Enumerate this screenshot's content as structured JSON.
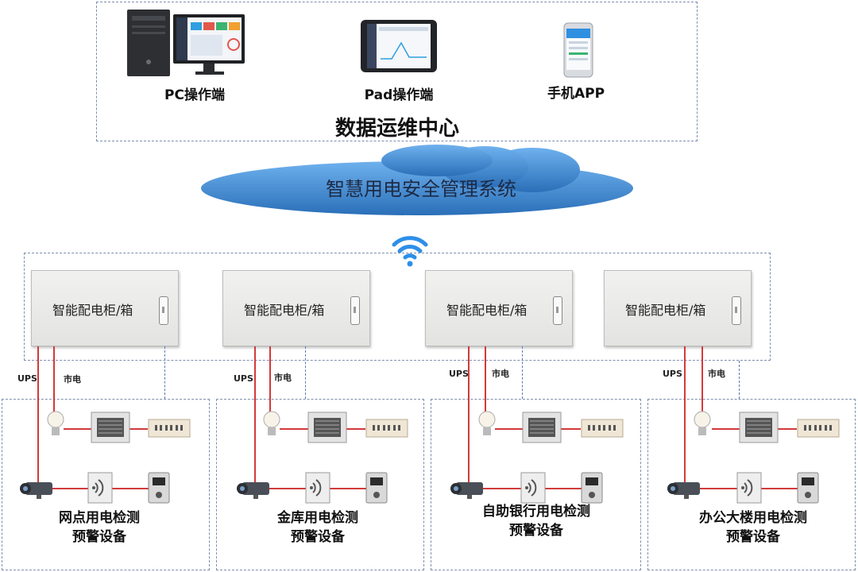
{
  "center": {
    "devices": [
      {
        "label": "PC操作端",
        "icon": "desktop-pc-icon"
      },
      {
        "label": "Pad操作端",
        "icon": "tablet-icon"
      },
      {
        "label": "手机APP",
        "icon": "smartphone-icon"
      }
    ],
    "title": "数据运维中心"
  },
  "cloud": {
    "label": "智慧用电安全管理系统",
    "icon": "wifi-icon"
  },
  "cabinets": [
    {
      "label": "智能配电柜/箱"
    },
    {
      "label": "智能配电柜/箱"
    },
    {
      "label": "智能配电柜/箱"
    },
    {
      "label": "智能配电柜/箱"
    }
  ],
  "power": {
    "ups": "UPS",
    "mains": "市电"
  },
  "zones": [
    {
      "line1": "网点用电检测",
      "line2": "预警设备"
    },
    {
      "line1": "金库用电检测",
      "line2": "预警设备"
    },
    {
      "line1": "自助银行用电检测",
      "line2": "预警设备"
    },
    {
      "line1": "办公大楼用电检测",
      "line2": "预警设备"
    }
  ],
  "colors": {
    "dash_border": "#7d8fae",
    "cloud": "#3f83c9",
    "wire": "#d23a3a",
    "link": "#5d7bb1"
  }
}
